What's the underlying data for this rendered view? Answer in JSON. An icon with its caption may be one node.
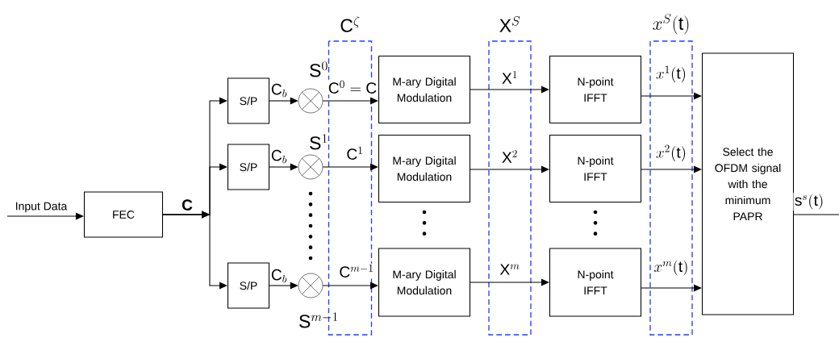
{
  "diagram": {
    "nodes": [
      {
        "text": [
          "FEC"
        ]
      },
      {
        "text": [
          "S/P"
        ]
      },
      {
        "text": [
          "S/P"
        ]
      },
      {
        "text": [
          "S/P"
        ]
      },
      {
        "text": [],
        "shape": "circle",
        "beside": [
          "\\mathrm{S}^{0}"
        ]
      },
      {
        "text": [],
        "shape": "circle",
        "beside": [
          "\\mathrm{S}^{1}"
        ]
      },
      {
        "text": [],
        "shape": "circle",
        "beside": [
          "\\mathrm{S}^{m-1}"
        ]
      },
      {
        "text": [
          "M-ary Digital Modulation"
        ]
      },
      {
        "text": [
          "M-ary Digital Modulation"
        ]
      },
      {
        "text": [
          "M-ary Digital Modulation"
        ]
      },
      {
        "text": [
          "N-point IFFT"
        ]
      },
      {
        "text": [
          "N-point IFFT"
        ]
      },
      {
        "text": [
          "N-point IFFT"
        ]
      },
      {
        "text": [
          "Select the OFDM signal with the minimum PAPR"
        ]
      }
    ],
    "edges": [
      {
        "from": null,
        "to": 0,
        "arrow": "to",
        "label": "Input Data"
      },
      {
        "from": 0,
        "to": 1,
        "arrow": "to",
        "label": "\\mathbf{C}"
      },
      {
        "from": 0,
        "to": 2,
        "arrow": "to"
      },
      {
        "from": 0,
        "to": 3,
        "arrow": "to"
      },
      {
        "from": 1,
        "to": 4,
        "arrow": "to",
        "label": "\\mathrm{C}_{b}"
      },
      {
        "from": 2,
        "to": 5,
        "arrow": "to",
        "label": "\\mathrm{C}_{b}"
      },
      {
        "from": 3,
        "to": 6,
        "arrow": "to",
        "label": "\\mathrm{C}_{b}"
      },
      {
        "from": 4,
        "to": 7,
        "arrow": "to",
        "label": "\\mathrm{C}^{0}=\\mathrm{C}"
      },
      {
        "from": 5,
        "to": 8,
        "arrow": "to",
        "label": "\\mathrm{C}^{1}"
      },
      {
        "from": 6,
        "to": 9,
        "arrow": "to",
        "label": "\\mathrm{C}^{m-1}"
      },
      {
        "from": 7,
        "to": 10,
        "arrow": "to",
        "label": "\\mathrm{X}^{1}"
      },
      {
        "from": 8,
        "to": 11,
        "arrow": "to",
        "label": "\\mathrm{X}^{2}"
      },
      {
        "from": 9,
        "to": 12,
        "arrow": "to",
        "label": "\\mathrm{X}^{m}"
      },
      {
        "from": 10,
        "to": 13,
        "arrow": "to",
        "label": "x^{1}(\\mathrm{t})"
      },
      {
        "from": 11,
        "to": 13,
        "arrow": "to",
        "label": "x^{2}(\\mathrm{t})"
      },
      {
        "from": 12,
        "to": 13,
        "arrow": "to",
        "label": "x^{m}(\\mathrm{t})"
      },
      {
        "from": 13,
        "to": null,
        "arrow": "none",
        "label": "\\mathrm{s}^{s}(\\mathrm{t})"
      }
    ],
    "labels": [
      "\\mathrm{C}^{\\zeta}",
      "\\mathrm{X}^{S}",
      "x^{S}(\\mathrm{t})"
    ]
  }
}
